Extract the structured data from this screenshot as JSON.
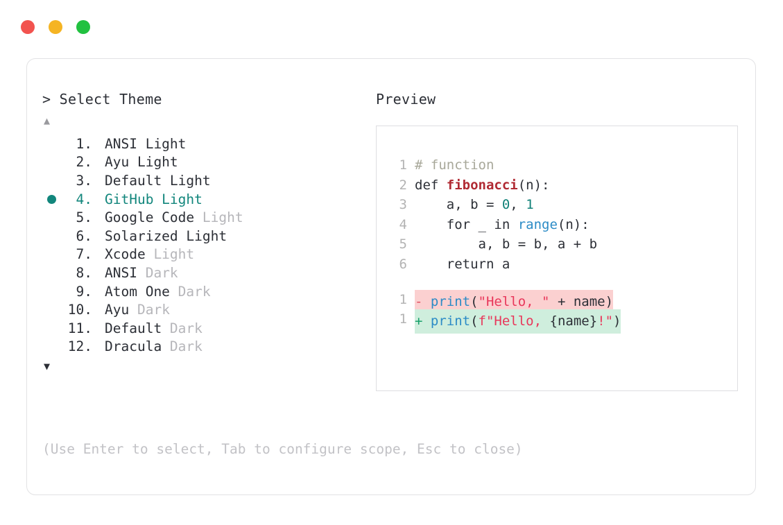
{
  "window": {
    "traffic_lights": [
      {
        "name": "close",
        "color": "#f2534f"
      },
      {
        "name": "minimize",
        "color": "#f5b423"
      },
      {
        "name": "maximize",
        "color": "#21c140"
      }
    ]
  },
  "accent_color": "#12867c",
  "selector": {
    "prompt": "> Select Theme",
    "scroll_up_glyph": "▲",
    "scroll_down_glyph": "▼",
    "selected_index": 4,
    "bullet_glyph": "●",
    "items": [
      {
        "num": "1.",
        "name": "ANSI Light",
        "variant": ""
      },
      {
        "num": "2.",
        "name": "Ayu Light",
        "variant": ""
      },
      {
        "num": "3.",
        "name": "Default Light",
        "variant": ""
      },
      {
        "num": "4.",
        "name": "GitHub Light",
        "variant": ""
      },
      {
        "num": "5.",
        "name": "Google Code",
        "variant": "Light"
      },
      {
        "num": "6.",
        "name": "Solarized Light",
        "variant": ""
      },
      {
        "num": "7.",
        "name": "Xcode",
        "variant": "Light"
      },
      {
        "num": "8.",
        "name": "ANSI",
        "variant": "Dark"
      },
      {
        "num": "9.",
        "name": "Atom One",
        "variant": "Dark"
      },
      {
        "num": "10.",
        "name": "Ayu",
        "variant": "Dark"
      },
      {
        "num": "11.",
        "name": "Default",
        "variant": "Dark"
      },
      {
        "num": "12.",
        "name": "Dracula",
        "variant": "Dark"
      }
    ],
    "hint": "(Use Enter to select, Tab to configure scope, Esc to close)"
  },
  "preview": {
    "label": "Preview",
    "code_lines": [
      {
        "ln": "1",
        "tokens": [
          {
            "t": "# function",
            "k": "comment"
          }
        ]
      },
      {
        "ln": "2",
        "tokens": [
          {
            "t": "def ",
            "k": "plain"
          },
          {
            "t": "fibonacci",
            "k": "func"
          },
          {
            "t": "(n):",
            "k": "plain"
          }
        ]
      },
      {
        "ln": "3",
        "tokens": [
          {
            "t": "    a, b = ",
            "k": "plain"
          },
          {
            "t": "0",
            "k": "num"
          },
          {
            "t": ", ",
            "k": "plain"
          },
          {
            "t": "1",
            "k": "num"
          }
        ]
      },
      {
        "ln": "4",
        "tokens": [
          {
            "t": "    for _ in ",
            "k": "plain"
          },
          {
            "t": "range",
            "k": "builtin"
          },
          {
            "t": "(n):",
            "k": "plain"
          }
        ]
      },
      {
        "ln": "5",
        "tokens": [
          {
            "t": "        a, b = b, a + b",
            "k": "plain"
          }
        ]
      },
      {
        "ln": "6",
        "tokens": [
          {
            "t": "    return a",
            "k": "plain"
          }
        ]
      }
    ],
    "diff_lines": [
      {
        "ln": "1",
        "kind": "del",
        "sign": "-",
        "tokens": [
          {
            "t": "print",
            "k": "builtin"
          },
          {
            "t": "(",
            "k": "plain"
          },
          {
            "t": "\"Hello, \"",
            "k": "str"
          },
          {
            "t": " + name)",
            "k": "plain"
          }
        ]
      },
      {
        "ln": "1",
        "kind": "add",
        "sign": "+",
        "tokens": [
          {
            "t": "print",
            "k": "builtin"
          },
          {
            "t": "(",
            "k": "plain"
          },
          {
            "t": "f\"Hello, ",
            "k": "str"
          },
          {
            "t": "{name}",
            "k": "plain"
          },
          {
            "t": "!\"",
            "k": "str"
          },
          {
            "t": ")",
            "k": "plain"
          }
        ]
      }
    ],
    "colors": {
      "comment": "#a8a89a",
      "function": "#b02a33",
      "number": "#0f8077",
      "builtin": "#2b8bc6",
      "string": "#e8375a",
      "plain": "#2c2f36",
      "diff_del_bg": "#fbd0d0",
      "diff_add_bg": "#cfeedd"
    }
  }
}
